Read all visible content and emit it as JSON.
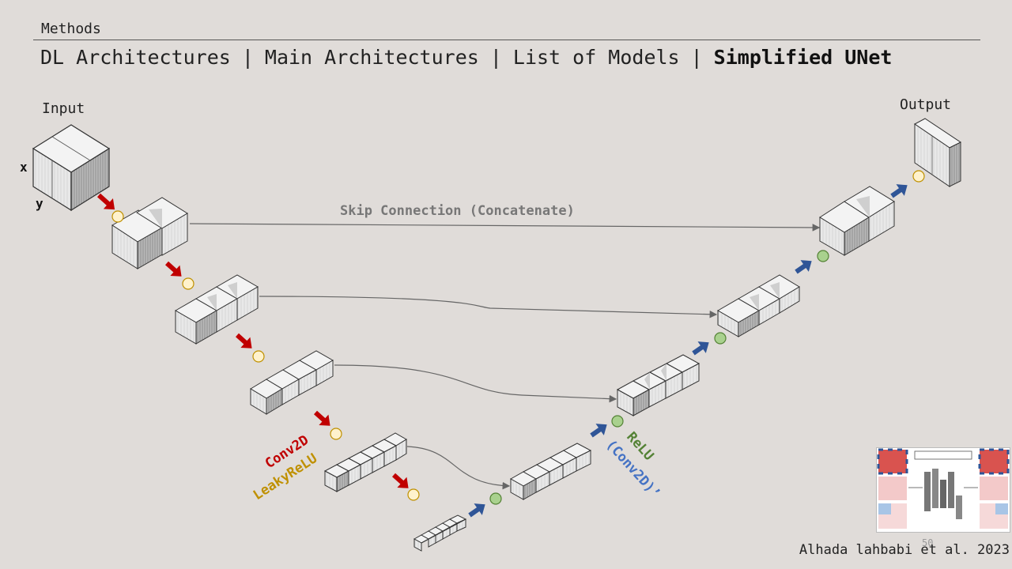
{
  "header": {
    "section": "Methods",
    "breadcrumb": [
      "DL Architectures",
      "Main Architectures",
      "List of Models"
    ],
    "separator": "|",
    "current": "Simplified UNet"
  },
  "diagram": {
    "input_label": "Input",
    "output_label": "Output",
    "axis_x": "x",
    "axis_y": "y",
    "skip_label": "Skip Connection (Concatenate)",
    "encoder_op": [
      "Conv2D",
      "LeakyReLU"
    ],
    "decoder_op": [
      "ReLU",
      "(Conv2D)’"
    ],
    "colors": {
      "encoder_arrow": "#c00000",
      "decoder_arrow": "#2f5597",
      "encoder_node": "#fff2cc",
      "decoder_node": "#a9d18e",
      "conv2d_text": "#c00000",
      "leakyrelu_text": "#bf9000",
      "relu_text": "#548235",
      "transpose_text": "#4472c4",
      "skip_line": "#666666"
    }
  },
  "footer": {
    "page_number": "50",
    "citation": "Alhada lahbabi et al. 2023"
  }
}
